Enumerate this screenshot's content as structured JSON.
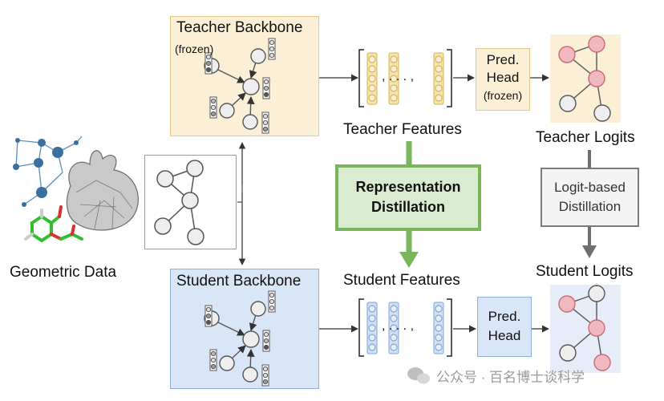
{
  "geometric_data_label": "Geometric Data",
  "teacher": {
    "backbone_title": "Teacher Backbone",
    "backbone_sub": "(frozen)",
    "features_label": "Teacher Features",
    "head_line1": "Pred.",
    "head_line2": "Head",
    "head_line3": "(frozen)",
    "logits_label": "Teacher Logits"
  },
  "student": {
    "backbone_title": "Student Backbone",
    "features_label": "Student Features",
    "head_line1": "Pred.",
    "head_line2": "Head",
    "logits_label": "Student Logits"
  },
  "representation_distillation": {
    "line1": "Representation",
    "line2": "Distillation"
  },
  "logit_distillation": {
    "line1": "Logit-based",
    "line2": "Distillation"
  },
  "feature_sequence_text": ", . . . ,",
  "watermark": "公众号 · 百名博士谈科学",
  "colors": {
    "teacher_fill": "#fbf0d6",
    "student_fill": "#d9e6f7",
    "distill_green": "#7ab55c",
    "logit_gray": "#6e6e6e",
    "logit_node_red": "#f2b8bf"
  }
}
